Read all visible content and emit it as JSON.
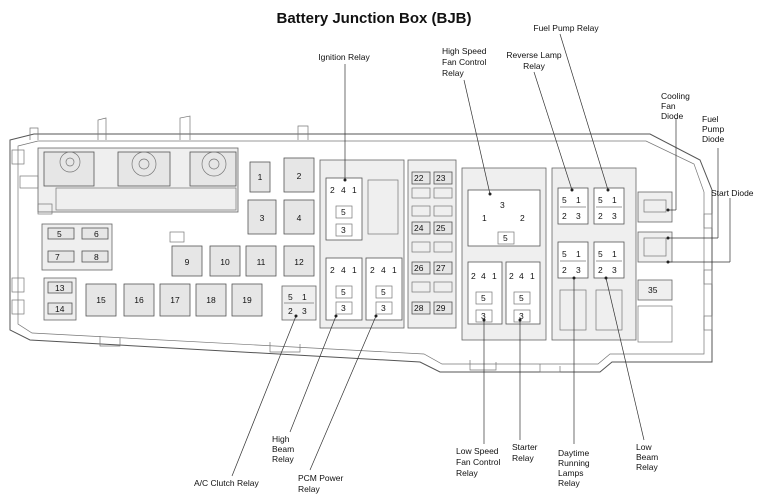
{
  "title": "Battery Junction Box (BJB)",
  "callouts": {
    "ignition_relay": "Ignition Relay",
    "high_speed_fan": [
      "High Speed",
      "Fan Control",
      "Relay"
    ],
    "reverse_lamp": [
      "Reverse Lamp",
      "Relay"
    ],
    "fuel_pump_relay": "Fuel Pump Relay",
    "cooling_fan_diode": [
      "Cooling",
      "Fan",
      "Diode"
    ],
    "fuel_pump_diode": [
      "Fuel",
      "Pump",
      "Diode"
    ],
    "start_diode": "Start Diode",
    "ac_clutch_relay": "A/C Clutch Relay",
    "high_beam_relay": [
      "High",
      "Beam",
      "Relay"
    ],
    "pcm_power_relay": [
      "PCM Power",
      "Relay"
    ],
    "low_speed_fan": [
      "Low Speed",
      "Fan Control",
      "Relay"
    ],
    "starter_relay": [
      "Starter",
      "Relay"
    ],
    "drl_relay": [
      "Daytime",
      "Running",
      "Lamps",
      "Relay"
    ],
    "low_beam_relay": [
      "Low",
      "Beam",
      "Relay"
    ]
  },
  "fuses": [
    "1",
    "2",
    "3",
    "4",
    "5",
    "6",
    "7",
    "8",
    "9",
    "10",
    "11",
    "12",
    "13",
    "14",
    "15",
    "16",
    "17",
    "18",
    "19",
    "22",
    "23",
    "24",
    "25",
    "26",
    "27",
    "28",
    "29",
    "35"
  ],
  "pins": {
    "p1": "1",
    "p2": "2",
    "p3": "3",
    "p4": "4",
    "p5": "5"
  }
}
